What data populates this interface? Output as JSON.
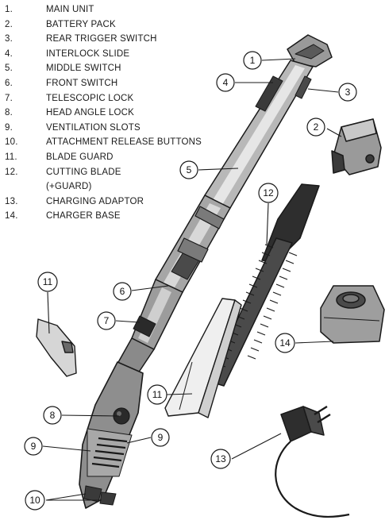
{
  "parts": [
    {
      "num": "1.",
      "label": "MAIN UNIT"
    },
    {
      "num": "2.",
      "label": "BATTERY PACK"
    },
    {
      "num": "3.",
      "label": "REAR TRIGGER SWITCH"
    },
    {
      "num": "4.",
      "label": "INTERLOCK SLIDE"
    },
    {
      "num": "5.",
      "label": "MIDDLE SWITCH"
    },
    {
      "num": "6.",
      "label": "FRONT SWITCH"
    },
    {
      "num": "7.",
      "label": "TELESCOPIC LOCK"
    },
    {
      "num": "8.",
      "label": "HEAD ANGLE LOCK"
    },
    {
      "num": "9.",
      "label": "VENTILATION SLOTS"
    },
    {
      "num": "10.",
      "label": "ATTACHMENT RELEASE BUTTONS"
    },
    {
      "num": "11.",
      "label": "BLADE GUARD"
    },
    {
      "num": "12.",
      "label": "CUTTING BLADE"
    },
    {
      "num": "",
      "label": "(+GUARD)"
    },
    {
      "num": "13.",
      "label": "CHARGING ADAPTOR"
    },
    {
      "num": "14.",
      "label": "CHARGER BASE"
    }
  ],
  "callouts": {
    "c1": "1",
    "c2": "2",
    "c3": "3",
    "c4": "4",
    "c5": "5",
    "c6": "6",
    "c7": "7",
    "c8": "8",
    "c9a": "9",
    "c9b": "9",
    "c10": "10",
    "c11a": "11",
    "c11b": "11",
    "c12": "12",
    "c13": "13",
    "c14": "14"
  },
  "colors": {
    "ink": "#1a1a1a",
    "body": "#8a8a8a",
    "dark": "#3a3a3a",
    "light": "#d0d0d0"
  }
}
